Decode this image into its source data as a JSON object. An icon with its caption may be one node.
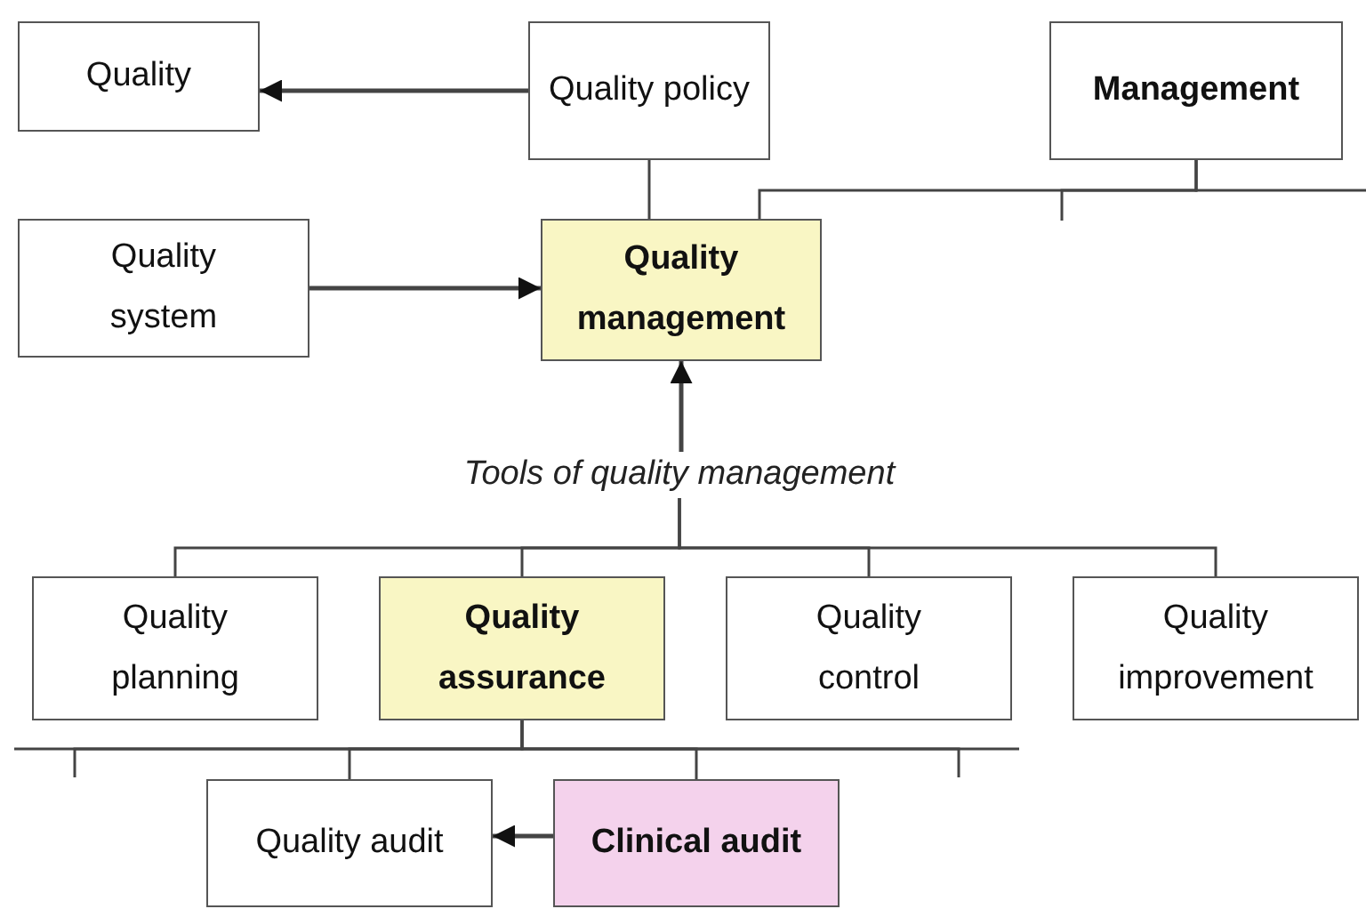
{
  "diagram": {
    "nodes": [
      {
        "text": [
          "Quality"
        ]
      },
      {
        "text": [
          "Quality policy"
        ]
      },
      {
        "text": [
          "Management"
        ]
      },
      {
        "text": [
          "Quality system"
        ]
      },
      {
        "text": [
          "Quality management"
        ]
      },
      {
        "text": [
          "Tools of quality management"
        ]
      },
      {
        "text": [
          "Quality planning"
        ]
      },
      {
        "text": [
          "Quality assurance"
        ]
      },
      {
        "text": [
          "Quality control"
        ]
      },
      {
        "text": [
          "Quality improvement"
        ]
      },
      {
        "text": [
          "Quality audit"
        ]
      },
      {
        "text": [
          "Clinical audit"
        ]
      }
    ],
    "edges": [
      {
        "from": 1,
        "to": 0,
        "arrow": "to"
      },
      {
        "from": 1,
        "to": 4,
        "arrow": "none"
      },
      {
        "from": 2,
        "to": 4,
        "arrow": "none"
      },
      {
        "from": 2,
        "to": null,
        "arrow": "none"
      },
      {
        "from": 2,
        "to": null,
        "arrow": "none"
      },
      {
        "from": 3,
        "to": 4,
        "arrow": "to"
      },
      {
        "from": 5,
        "to": 4,
        "arrow": "to"
      },
      {
        "from": 5,
        "to": 6,
        "arrow": "none"
      },
      {
        "from": 5,
        "to": 7,
        "arrow": "none"
      },
      {
        "from": 5,
        "to": 8,
        "arrow": "none"
      },
      {
        "from": 5,
        "to": 9,
        "arrow": "none"
      },
      {
        "from": 7,
        "to": 10,
        "arrow": "none"
      },
      {
        "from": 7,
        "to": 11,
        "arrow": "none"
      },
      {
        "from": 7,
        "to": null,
        "arrow": "none"
      },
      {
        "from": 7,
        "to": null,
        "arrow": "none"
      },
      {
        "from": 11,
        "to": 10,
        "arrow": "to"
      }
    ]
  }
}
